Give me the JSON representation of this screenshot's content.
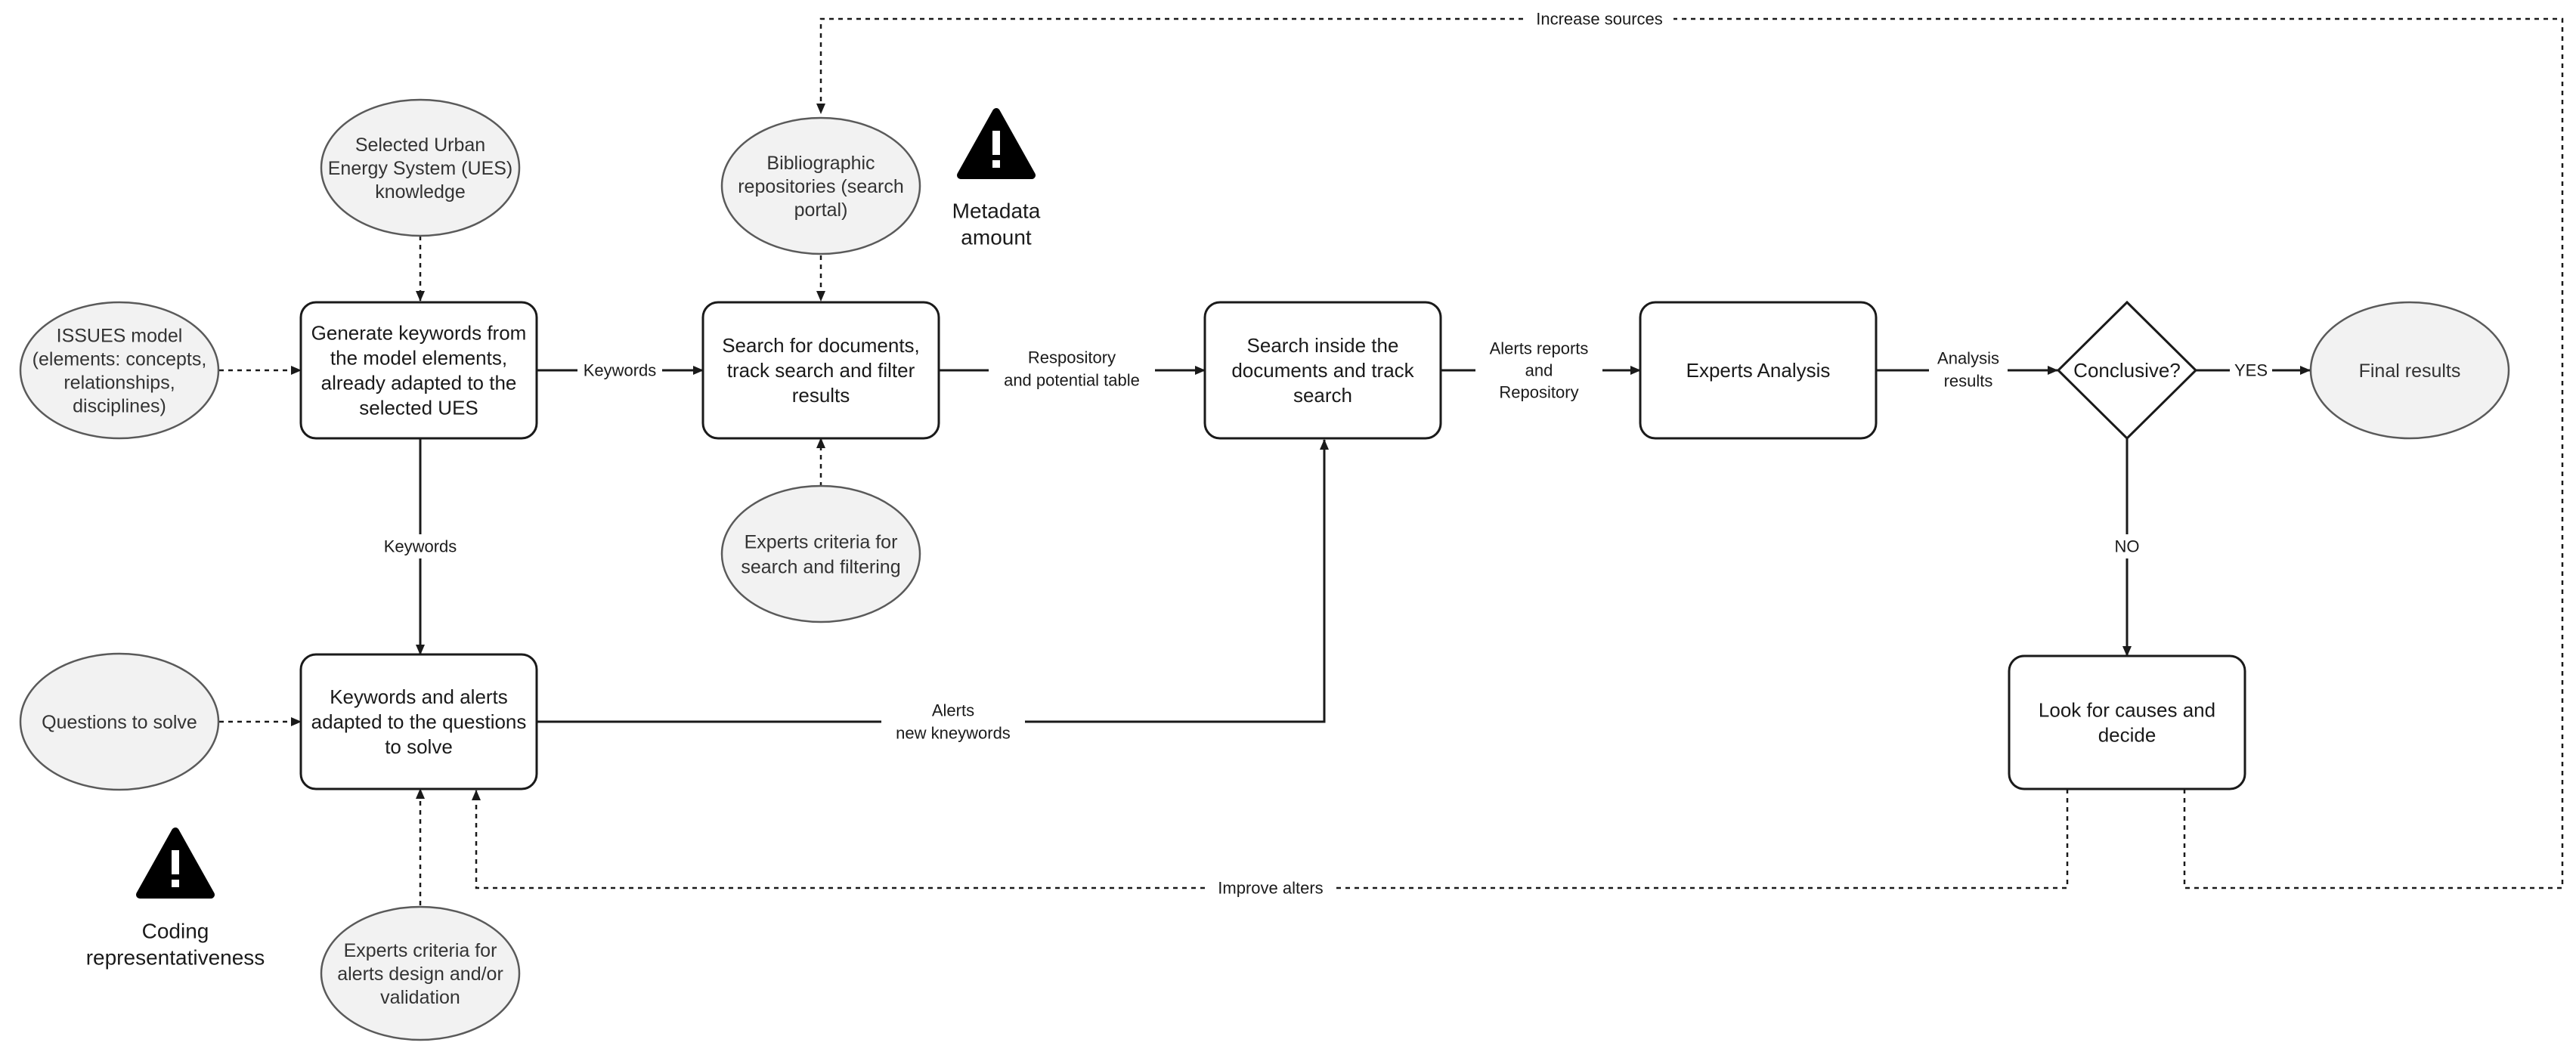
{
  "diagram": {
    "processes": {
      "generate_keywords": [
        "Generate keywords from",
        "the model elements,",
        "already adapted to the",
        "selected UES"
      ],
      "search_documents": [
        "Search for documents,",
        "track search and filter",
        "results"
      ],
      "search_inside": [
        "Search inside the",
        "documents and track",
        "search"
      ],
      "experts_analysis": [
        "Experts Analysis"
      ],
      "keywords_alerts": [
        "Keywords and alerts",
        "adapted to the questions",
        "to solve"
      ],
      "look_for_causes": [
        "Look for causes and",
        "decide"
      ]
    },
    "decision": {
      "label": "Conclusive?"
    },
    "inputs": {
      "ues_knowledge": [
        "Selected Urban",
        "Energy System (UES)",
        "knowledge"
      ],
      "issues_model": [
        "ISSUES model",
        "(elements: concepts,",
        "relationships,",
        "disciplines)"
      ],
      "bibliographic": [
        "Bibliographic",
        "repositories (search",
        "portal)"
      ],
      "experts_search": [
        "Experts criteria for",
        "search and filtering"
      ],
      "questions": [
        "Questions to solve"
      ],
      "experts_alerts": [
        "Experts criteria for",
        "alerts design and/or",
        "validation"
      ],
      "final_results": [
        "Final results"
      ]
    },
    "edge_labels": {
      "keywords_right": [
        "Keywords"
      ],
      "keywords_down": [
        "Keywords"
      ],
      "repository_table": [
        "Respository",
        "and potential table"
      ],
      "alerts_reports": [
        "Alerts reports",
        "and",
        "Repository"
      ],
      "analysis_results": [
        "Analysis",
        "results"
      ],
      "yes": [
        "YES"
      ],
      "no": [
        "NO"
      ],
      "alerts_new": [
        "Alerts",
        "new kneywords"
      ],
      "increase_sources": [
        "Increase sources"
      ],
      "improve_alters": [
        "Improve alters"
      ]
    },
    "warnings": {
      "metadata": [
        "Metadata",
        "amount"
      ],
      "coding": [
        "Coding",
        "representativeness"
      ]
    }
  }
}
